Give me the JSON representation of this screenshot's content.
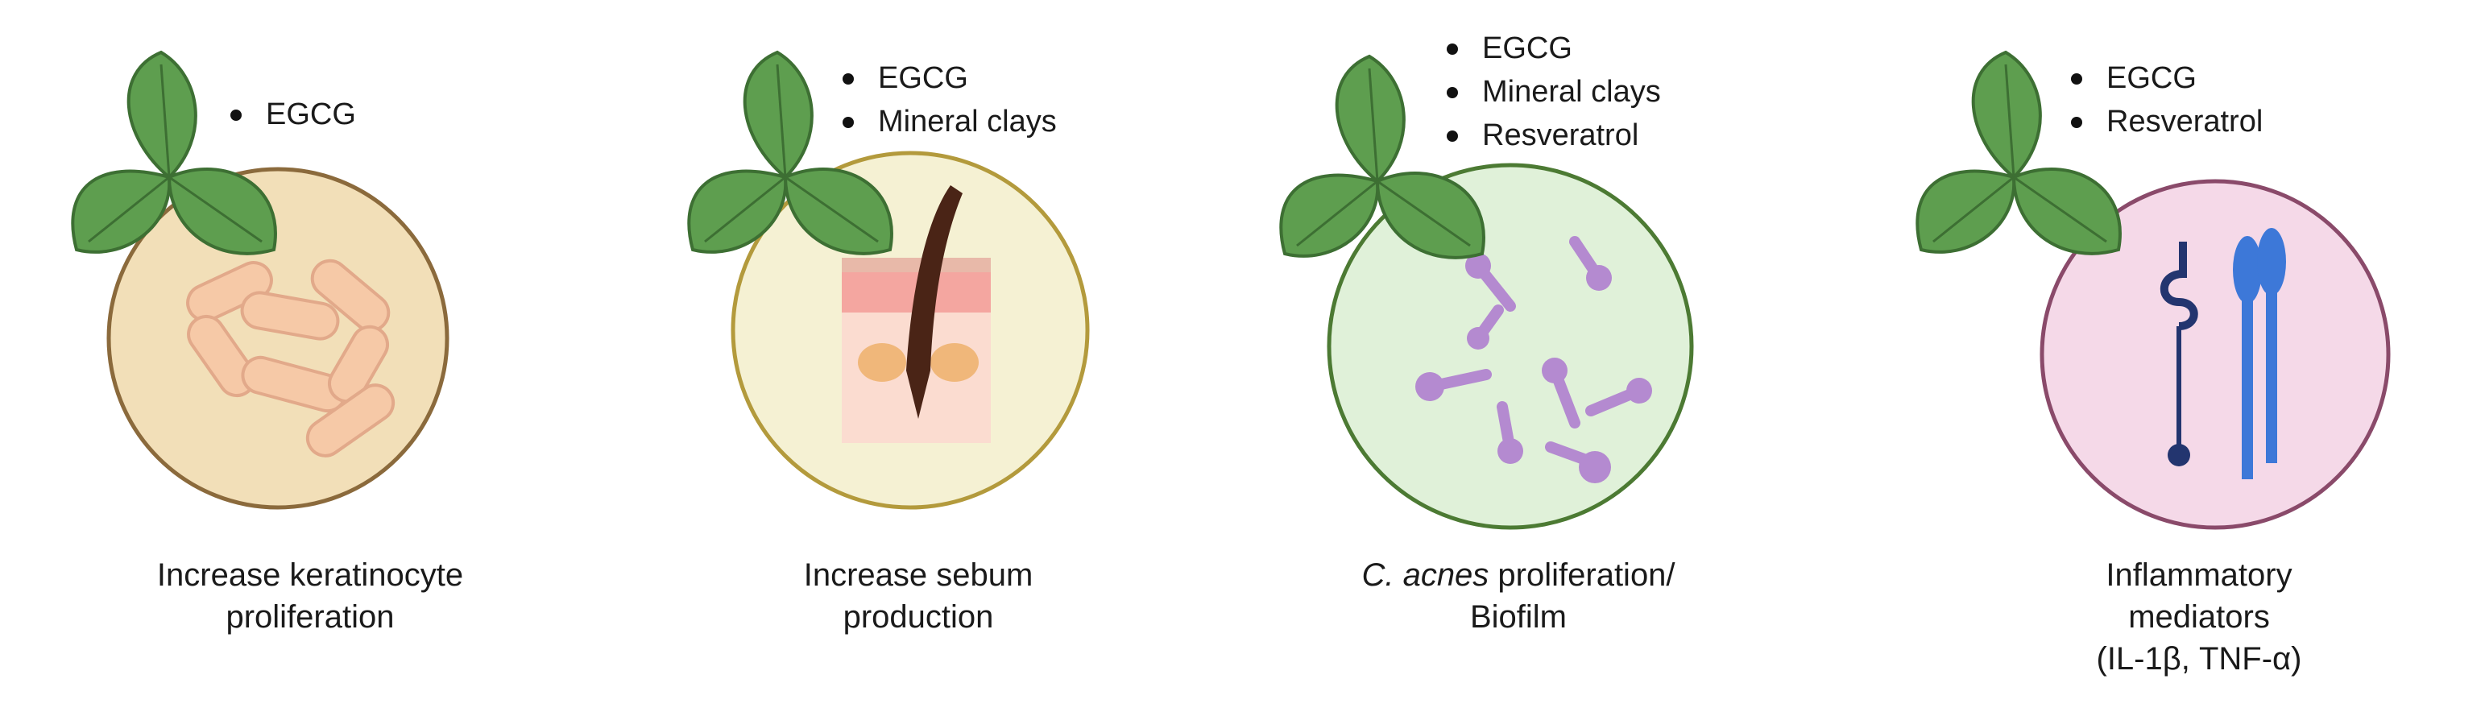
{
  "panels": [
    {
      "id": "keratinocyte",
      "bullets": [
        "EGCG"
      ],
      "caption": [
        "Increase keratinocyte",
        "proliferation"
      ],
      "circle_fill": "#f2dfb8",
      "circle_stroke": "#8b6a3c"
    },
    {
      "id": "sebum",
      "bullets": [
        "EGCG",
        "Mineral clays"
      ],
      "caption": [
        "Increase sebum",
        "production"
      ],
      "circle_fill": "#f5f1d3",
      "circle_stroke": "#b39a3c"
    },
    {
      "id": "cacnes",
      "bullets": [
        "EGCG",
        "Mineral clays",
        "Resveratrol"
      ],
      "caption_italic": "C. acnes",
      "caption_rest": " proliferation/",
      "caption_line2": "Biofilm",
      "circle_fill": "#e0f1d9",
      "circle_stroke": "#4c7a33"
    },
    {
      "id": "inflammatory",
      "bullets": [
        "EGCG",
        "Resveratrol"
      ],
      "caption": [
        "Inflammatory",
        "mediators",
        "(IL-1β, TNF-α)"
      ],
      "circle_fill": "#f5d9e8",
      "circle_stroke": "#8a4a6a"
    }
  ],
  "icons": {
    "leaf": "leaf-icon",
    "keratinocyte": "keratinocyte-cells-icon",
    "skin": "hair-follicle-sebaceous-gland-icon",
    "bacteria": "c-acnes-bacteria-icon",
    "receptors": "cytokine-receptors-icon"
  },
  "colors": {
    "leaf": "#5e9e4f",
    "leaf_dark": "#3d6f33",
    "cell": "#f6c9a7",
    "bacteria": "#b48ad0",
    "receptor_blue": "#3d78d8",
    "receptor_navy": "#23356f"
  }
}
